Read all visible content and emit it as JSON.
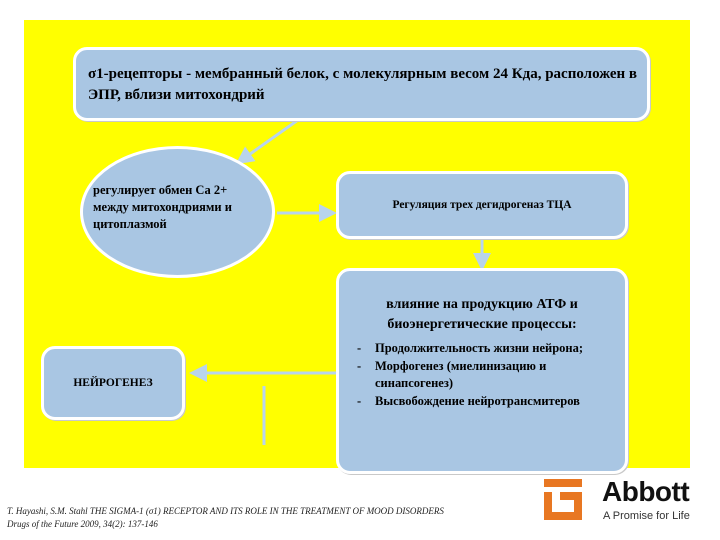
{
  "diagram": {
    "top_box": "σ1-рецепторы - мембранный белок, с молекулярным весом 24 Кда, расположен в ЭПР, вблизи митохондрий",
    "ellipse": "регулирует обмен Ca 2+ между митохондриями и цитоплазмой",
    "regulation_box": "Регуляция трех дегидрогеназ ТЦА",
    "influence_box": {
      "title": "влияние на продукцию АТФ и биоэнергетические процессы:",
      "items": [
        "Продолжительность жизни нейрона;",
        "Морфогенез (миелинизацию и синапсогенез)",
        "Высвобождение нейротрансмитеров"
      ]
    },
    "neuro_box": "НЕЙРОГЕНЕЗ"
  },
  "citation": "T. Hayashi, S.M. Stahl THE SIGMA-1 (σ1) RECEPTOR AND ITS ROLE IN THE TREATMENT OF MOOD DISORDERS Drugs of the Future 2009, 34(2): 137-146",
  "logo": {
    "name": "Abbott",
    "tagline": "A Promise for Life",
    "color": "#e87722"
  },
  "colors": {
    "background": "#ffff00",
    "box_fill": "#a9c6e3",
    "arrow": "#b8d4ec"
  }
}
